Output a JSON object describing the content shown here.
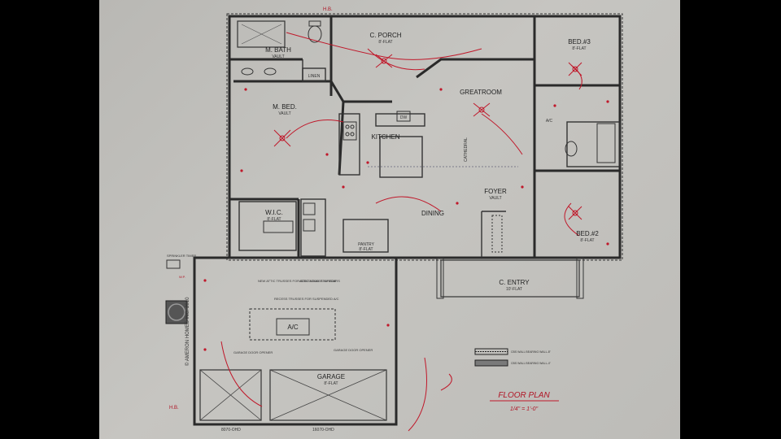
{
  "rooms": {
    "c_porch": {
      "name": "C. PORCH",
      "ceiling": "8'-FLAT"
    },
    "m_bath": {
      "name": "M. BATH",
      "ceiling": "VAULT"
    },
    "linen": {
      "name": "LINEN"
    },
    "m_bed": {
      "name": "M. BED.",
      "ceiling": "VAULT"
    },
    "greatroom": {
      "name": "GREATROOM"
    },
    "kitchen": {
      "name": "KITCHEN"
    },
    "dw": {
      "name": "DW"
    },
    "bed3": {
      "name": "BED.#3",
      "ceiling": "8'-FLAT"
    },
    "bed2": {
      "name": "BED.#2",
      "ceiling": "8'-FLAT"
    },
    "wic": {
      "name": "W.I.C.",
      "ceiling": "8'-FLAT"
    },
    "pantry": {
      "name": "PANTRY",
      "ceiling": "8'-FLAT"
    },
    "dining": {
      "name": "DINING"
    },
    "foyer": {
      "name": "FOYER",
      "ceiling": "VAULT"
    },
    "c_entry": {
      "name": "C. ENTRY",
      "ceiling": "10'-FLAT"
    },
    "garage": {
      "name": "GARAGE",
      "ceiling": "8'-FLAT"
    },
    "ac_closet": {
      "name": "A/C"
    },
    "ac_unit": {
      "name": "A/C"
    }
  },
  "annotations": {
    "hb_top": "H.B.",
    "hb_left": "H.B.",
    "cathedral": "CATHEDRAL",
    "attic_trusses": "NEW ATTIC TRUSSES FOR ADDITIONAL STORAGE",
    "attic_access": "ATTIC ACCESS W/ STAIRS",
    "recess_trusses": "RECESS TRUSSES FOR SUSPENDED A/C",
    "garage_opener_1": "GARAGE DOOR OPENER",
    "garage_opener_2": "GARAGE DOOR OPENER",
    "garage_door_1": "8070-OHD",
    "garage_door_2": "16070-OHD",
    "company_vertical": "© AMERON HOMES INC. 2010",
    "sprinkler": "SPRINKLER TIMER",
    "wp": "W.P."
  },
  "legend": {
    "item1": "CBS WALL BEARING WALL-8\"",
    "item2": "CBS WALL BEARING WALL-4\""
  },
  "title_block": {
    "title": "FLOOR PLAN",
    "scale": "1/4\" = 1'-0\""
  },
  "colors": {
    "background": "#000000",
    "paper": "#c2c1bd",
    "wall": "#2a2a2a",
    "electrical": "#c0182a"
  }
}
